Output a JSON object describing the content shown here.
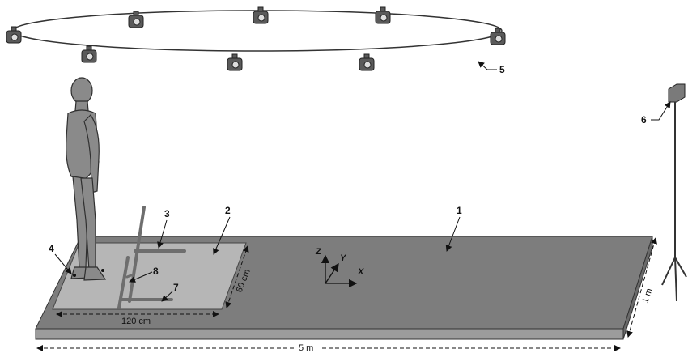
{
  "labels": {
    "walkway": "1",
    "force_plate": "2",
    "handrail_upper": "3",
    "foot_marker": "4",
    "camera_ring": "5",
    "side_camera": "6",
    "handrail_lower": "7",
    "handrail_support": "8"
  },
  "dimensions": {
    "plate_length": "120 cm",
    "plate_width": "60 cm",
    "walkway_length": "5 m",
    "walkway_width": "1 m"
  },
  "axes": {
    "x": "X",
    "y": "Y",
    "z": "Z"
  },
  "colors": {
    "walkway_top": "#7d7d7d",
    "walkway_front": "#9c9c9c",
    "plate": "#b6b6b6",
    "camera": "#5a5a5a",
    "figure": "#8a8a8a"
  }
}
